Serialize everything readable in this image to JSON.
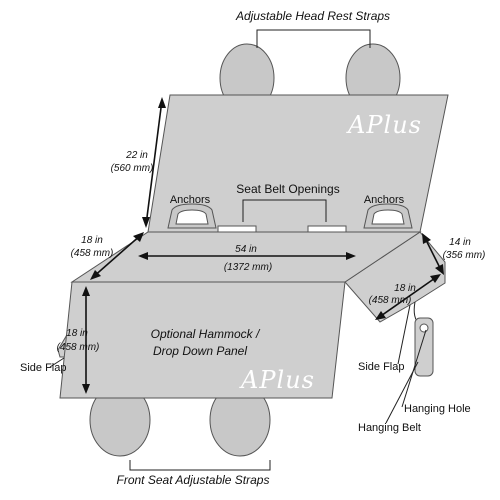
{
  "labels": {
    "headrest_straps": "Adjustable Head Rest Straps",
    "seat_belt_openings": "Seat Belt Openings",
    "anchors_left": "Anchors",
    "anchors_right": "Anchors",
    "back_height_in": "22 in",
    "back_height_mm": "(560 mm)",
    "side_depth_left_in": "18 in",
    "side_depth_left_mm": "(458 mm)",
    "width_in": "54 in",
    "width_mm": "(1372 mm)",
    "right_width_in": "14 in",
    "right_width_mm": "(356 mm)",
    "right_depth_in": "18 in",
    "right_depth_mm": "(458 mm)",
    "panel_depth_in": "18 in",
    "panel_depth_mm": "(458 mm)",
    "panel_line1": "Optional Hammock /",
    "panel_line2": "Drop Down Panel",
    "side_flap_left": "Side Flap",
    "side_flap_right": "Side Flap",
    "hanging_hole": "Hanging Hole",
    "hanging_belt": "Hanging Belt",
    "front_straps": "Front Seat Adjustable Straps",
    "brand_top": "APlus",
    "brand_bottom": "APlus"
  },
  "colors": {
    "cover": "#cfcfcf",
    "headrest": "#c8c8c8",
    "outline": "#555555"
  }
}
